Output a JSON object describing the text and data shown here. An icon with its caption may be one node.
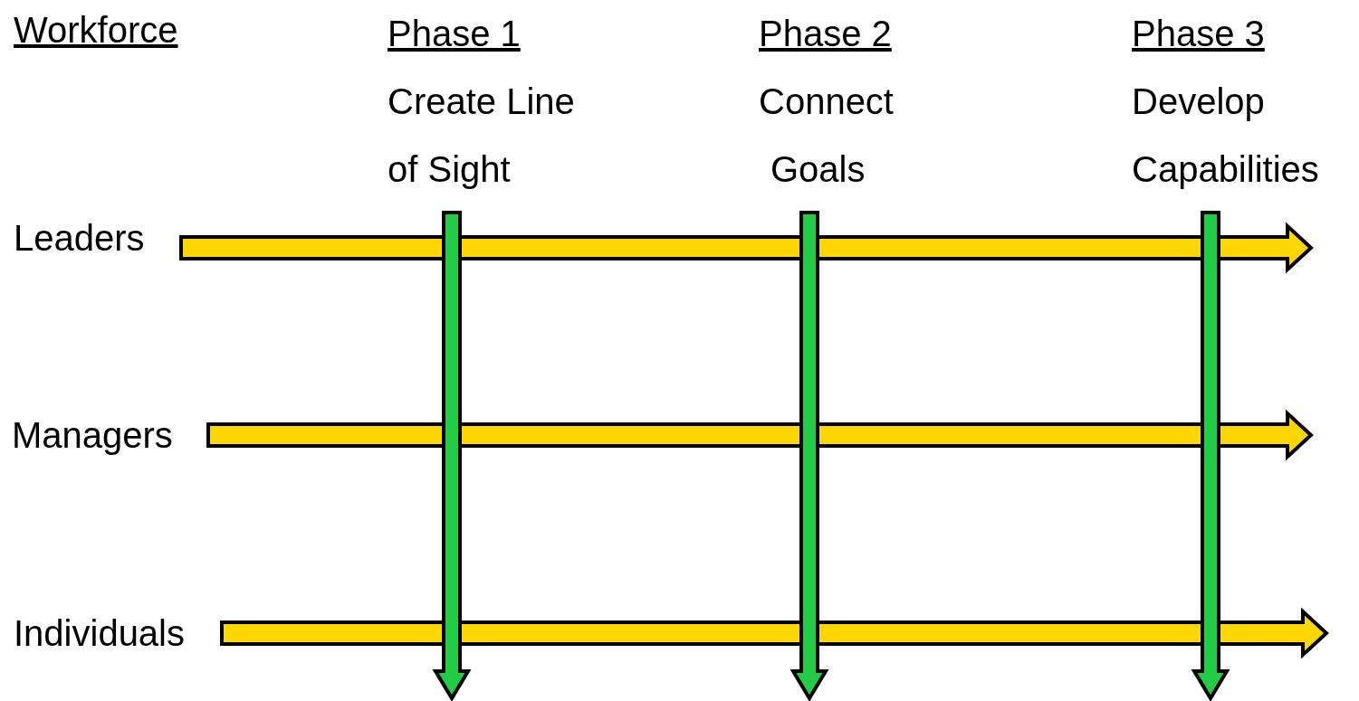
{
  "diagram": {
    "nodes": [
      {
        "text": [
          "Phase 1",
          "Create Line of Sight"
        ]
      },
      {
        "text": [
          "Phase 2",
          "Connect Goals"
        ]
      },
      {
        "text": [
          "Phase 3",
          "Develop Capabilities"
        ]
      },
      {
        "text": [
          "Leaders"
        ]
      },
      {
        "text": [
          "Managers"
        ]
      },
      {
        "text": [
          "Individuals"
        ]
      }
    ],
    "edges": [
      {
        "from": 3,
        "to": null,
        "arrow": "to",
        "color": "#ffd700"
      },
      {
        "from": 4,
        "to": null,
        "arrow": "to",
        "color": "#ffd700"
      },
      {
        "from": 5,
        "to": null,
        "arrow": "to",
        "color": "#ffd700"
      },
      {
        "from": 0,
        "to": null,
        "arrow": "to",
        "color": "#22cc44"
      },
      {
        "from": 1,
        "to": null,
        "arrow": "to",
        "color": "#22cc44"
      },
      {
        "from": 2,
        "to": null,
        "arrow": "to",
        "color": "#22cc44"
      }
    ],
    "labels": [
      "Workforce"
    ]
  }
}
